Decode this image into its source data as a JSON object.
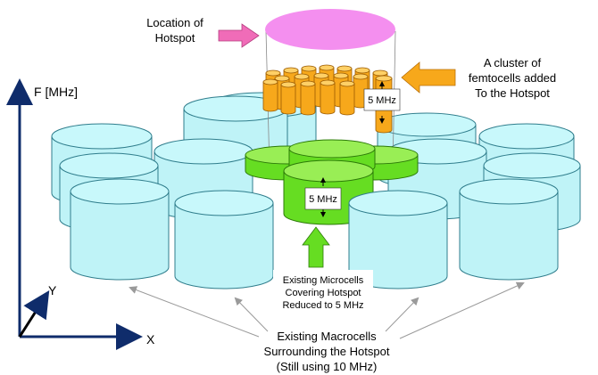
{
  "labels": {
    "hotspot_line1": "Location of",
    "hotspot_line2": "Hotspot",
    "cluster_line1": "A cluster of",
    "cluster_line2": "femtocells added",
    "cluster_line3": "To the Hotspot",
    "femto_bandwidth": "5 MHz",
    "micro_bandwidth": "5 MHz",
    "micro_line1": "Existing Microcells",
    "micro_line2": "Covering Hotspot",
    "micro_line3": "Reduced to 5 MHz",
    "macro_line1": "Existing Macrocells",
    "macro_line2": "Surrounding the Hotspot",
    "macro_line3": "(Still using 10 MHz)",
    "axis_f": "F [MHz]",
    "axis_x": "X",
    "axis_y": "Y"
  },
  "colors": {
    "macro_fill": "#BFF3F7",
    "macro_top": "#C8F8FB",
    "micro_fill": "#66DD22",
    "micro_top": "#99EE55",
    "femto_fill": "#F7A81B",
    "femto_top": "#FFD066",
    "hotspot": "#F48FEF",
    "pointer_pink": "#F06CB8",
    "pointer_orange": "#F7A81B",
    "pointer_green": "#66DD22",
    "axis": "#0F2C6B"
  }
}
